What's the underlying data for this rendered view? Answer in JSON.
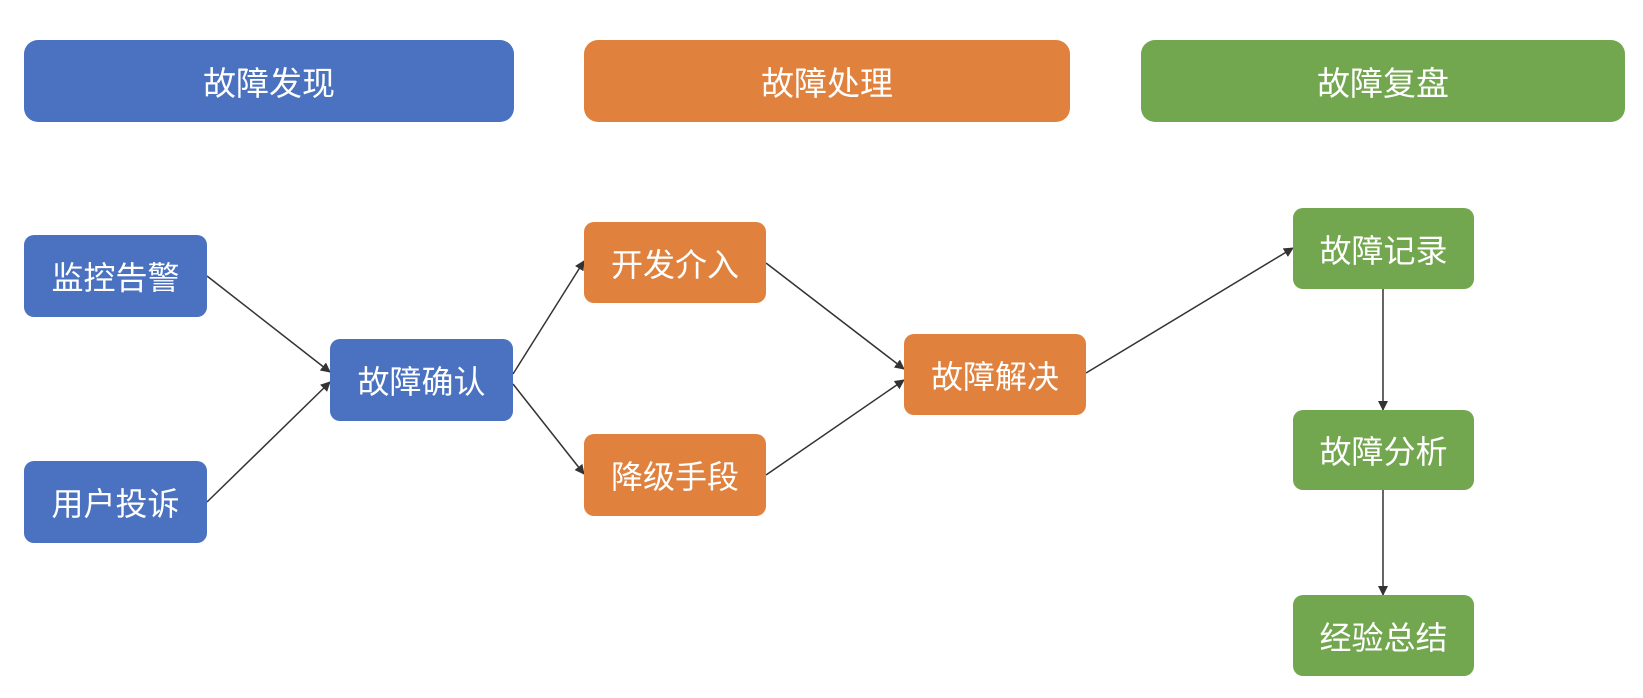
{
  "colors": {
    "discover": "#4a72c0",
    "handle": "#e0823e",
    "review": "#73a74f",
    "arrow": "#333333"
  },
  "headers": {
    "discover": "故障发现",
    "handle": "故障处理",
    "review": "故障复盘"
  },
  "nodes": {
    "monitor": "监控告警",
    "complaint": "用户投诉",
    "confirm": "故障确认",
    "dev": "开发介入",
    "degrade": "降级手段",
    "resolve": "故障解决",
    "record": "故障记录",
    "analysis": "故障分析",
    "summary": "经验总结"
  }
}
